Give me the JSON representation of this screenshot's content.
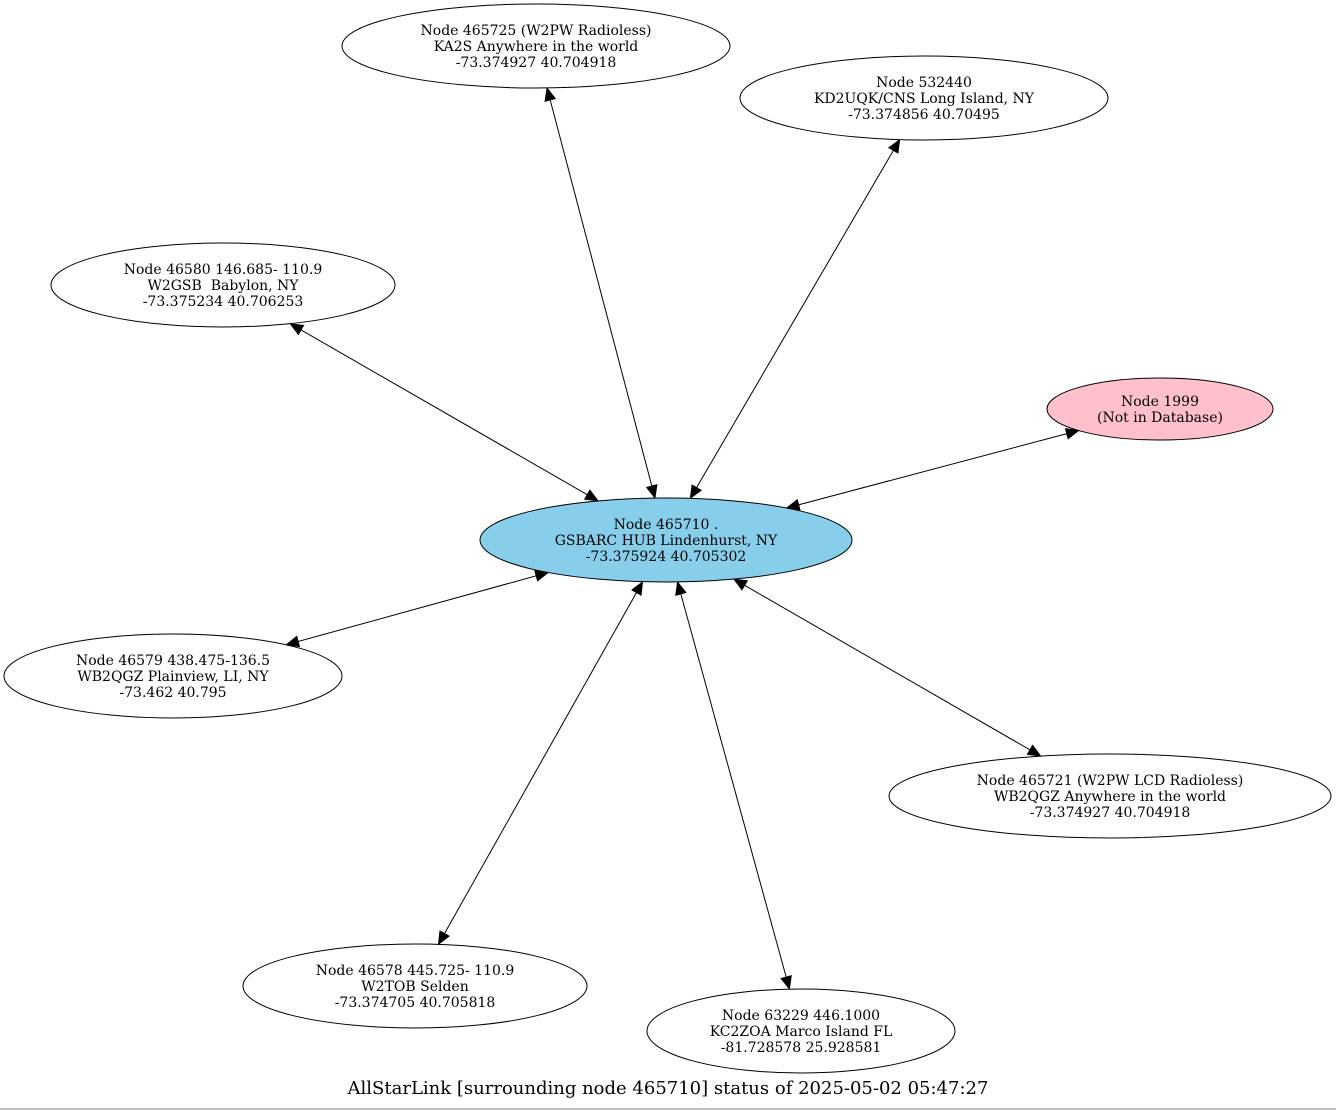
{
  "diagram": {
    "caption": "AllStarLink [surrounding node 465710] status of 2025-05-02 05:47:27",
    "colors": {
      "hub_fill": "#87ceeb",
      "unknown_fill": "#ffc0cb",
      "default_fill": "#ffffff",
      "stroke": "#000000"
    },
    "nodes": [
      {
        "id": "465710",
        "kind": "hub",
        "lines": [
          "Node 465710 .",
          "GSBARC HUB Lindenhurst, NY",
          "-73.375924 40.705302"
        ]
      },
      {
        "id": "465725",
        "kind": "default",
        "lines": [
          "Node 465725 (W2PW Radioless)",
          "KA2S Anywhere in the world",
          "-73.374927 40.704918"
        ]
      },
      {
        "id": "532440",
        "kind": "default",
        "lines": [
          "Node 532440",
          "KD2UQK/CNS Long Island, NY",
          "-73.374856 40.70495"
        ]
      },
      {
        "id": "46580",
        "kind": "default",
        "lines": [
          "Node 46580 146.685- 110.9",
          "W2GSB  Babylon, NY",
          "-73.375234 40.706253"
        ]
      },
      {
        "id": "1999",
        "kind": "unknown",
        "lines": [
          "Node 1999",
          "(Not in Database)"
        ]
      },
      {
        "id": "46579",
        "kind": "default",
        "lines": [
          "Node 46579 438.475-136.5",
          "WB2QGZ Plainview, LI, NY",
          "-73.462 40.795"
        ]
      },
      {
        "id": "465721",
        "kind": "default",
        "lines": [
          "Node 465721 (W2PW LCD Radioless)",
          "WB2QGZ Anywhere in the world",
          "-73.374927 40.704918"
        ]
      },
      {
        "id": "46578",
        "kind": "default",
        "lines": [
          "Node 46578 445.725- 110.9",
          "W2TOB Selden",
          "-73.374705 40.705818"
        ]
      },
      {
        "id": "63229",
        "kind": "default",
        "lines": [
          "Node 63229 446.1000",
          "KC2ZOA Marco Island FL",
          "-81.728578 25.928581"
        ]
      }
    ],
    "edges": [
      {
        "from": "465710",
        "to": "465725",
        "direction": "both"
      },
      {
        "from": "465710",
        "to": "532440",
        "direction": "both"
      },
      {
        "from": "465710",
        "to": "46580",
        "direction": "both"
      },
      {
        "from": "465710",
        "to": "1999",
        "direction": "both"
      },
      {
        "from": "465710",
        "to": "46579",
        "direction": "both"
      },
      {
        "from": "465710",
        "to": "465721",
        "direction": "both"
      },
      {
        "from": "465710",
        "to": "46578",
        "direction": "both"
      },
      {
        "from": "465710",
        "to": "63229",
        "direction": "both"
      }
    ]
  }
}
